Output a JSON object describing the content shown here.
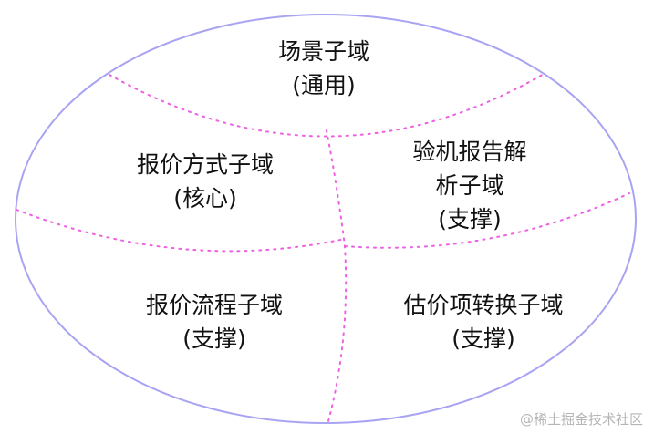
{
  "diagram": {
    "colors": {
      "outline": "#a8a4f2",
      "divider": "#ee5fe2",
      "text": "#111111"
    },
    "regions": [
      {
        "id": "scene",
        "lines": [
          "场景子域",
          "(通用)"
        ]
      },
      {
        "id": "quote",
        "lines": [
          "报价方式子域",
          "(核心)"
        ]
      },
      {
        "id": "inspect",
        "lines": [
          "验机报告解",
          "析子域",
          "(支撑)"
        ]
      },
      {
        "id": "flow",
        "lines": [
          "报价流程子域",
          "(支撑)"
        ]
      },
      {
        "id": "estimate",
        "lines": [
          "估价项转换子域",
          "(支撑)"
        ]
      }
    ]
  },
  "watermark": "@稀土掘金技术社区"
}
